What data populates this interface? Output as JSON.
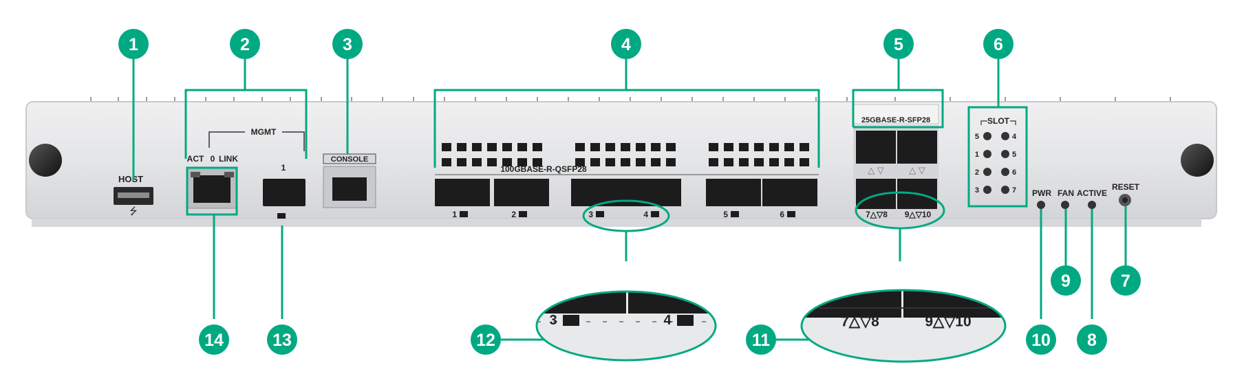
{
  "title": "",
  "callouts": [
    "1",
    "2",
    "3",
    "4",
    "5",
    "6",
    "7",
    "8",
    "9",
    "10",
    "11",
    "12",
    "13",
    "14"
  ],
  "panel_labels": {
    "host": "HOST",
    "mgmt": "MGMT",
    "act": "ACT",
    "mgmt_port0": "0",
    "link": "LINK",
    "mgmt_port1": "1",
    "console": "CONSOLE",
    "qsfp_group": "100GBASE-R-QSFP28",
    "sfp_group": "25GBASE-R-SFP28",
    "slot": "SLOT",
    "pwr": "PWR",
    "fan": "FAN",
    "active": "ACTIVE",
    "reset": "RESET"
  },
  "qsfp_port_labels": [
    "1",
    "2",
    "3",
    "4",
    "5",
    "6"
  ],
  "sfp_port_labels": {
    "left": "7△▽8",
    "right": "9△▽10"
  },
  "slot_leds": [
    "5",
    "4",
    "1",
    "5",
    "2",
    "6",
    "3",
    "7"
  ],
  "zoom_left": {
    "left": "3",
    "right": "4"
  },
  "zoom_right": {
    "left": "7△▽8",
    "right": "9△▽10"
  },
  "colors": {
    "accent": "#01a982",
    "panel": "#e4e5e7",
    "port": "#1c1c1c"
  }
}
